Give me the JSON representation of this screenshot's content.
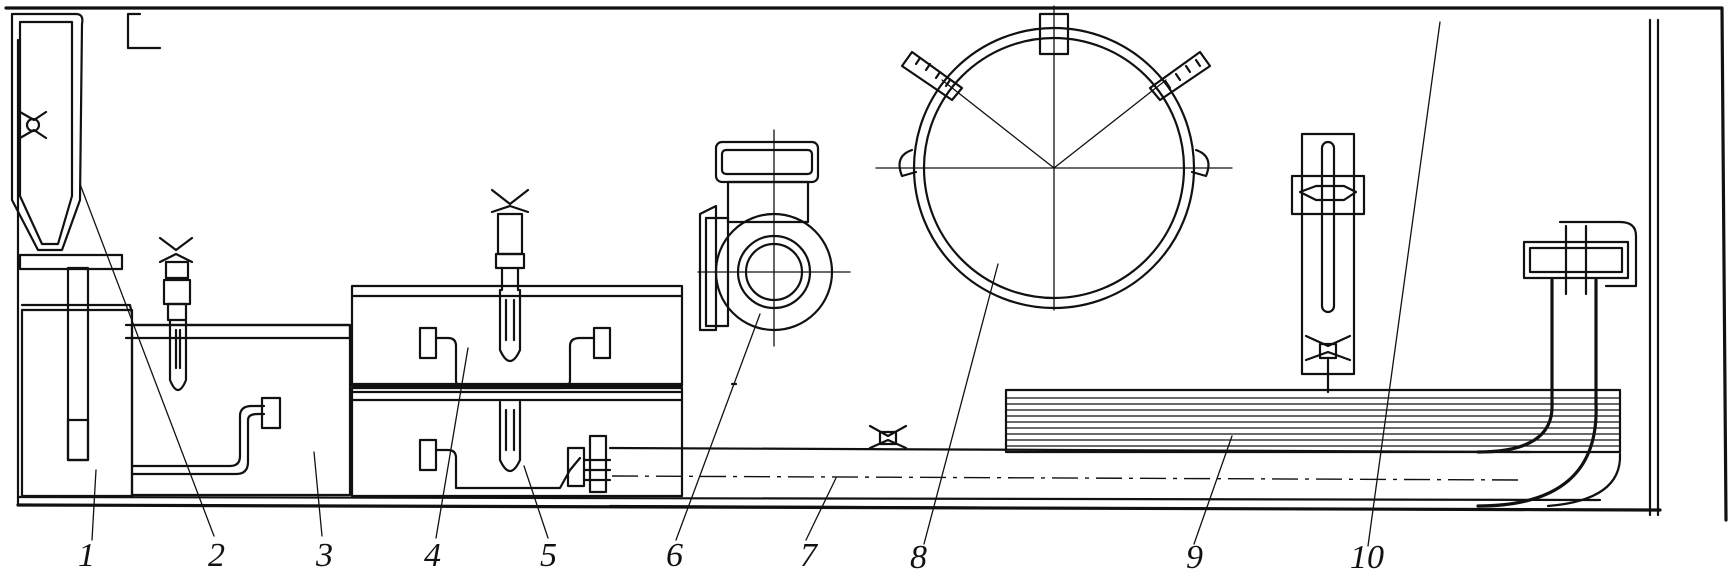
{
  "figure": {
    "callouts": [
      {
        "id": "c1",
        "label": "1"
      },
      {
        "id": "c2",
        "label": "2"
      },
      {
        "id": "c3",
        "label": "3"
      },
      {
        "id": "c4",
        "label": "4"
      },
      {
        "id": "c5",
        "label": "5"
      },
      {
        "id": "c6",
        "label": "6"
      },
      {
        "id": "c7",
        "label": "7"
      },
      {
        "id": "c8",
        "label": "8"
      },
      {
        "id": "c9",
        "label": "9"
      },
      {
        "id": "c10",
        "label": "10"
      }
    ]
  }
}
